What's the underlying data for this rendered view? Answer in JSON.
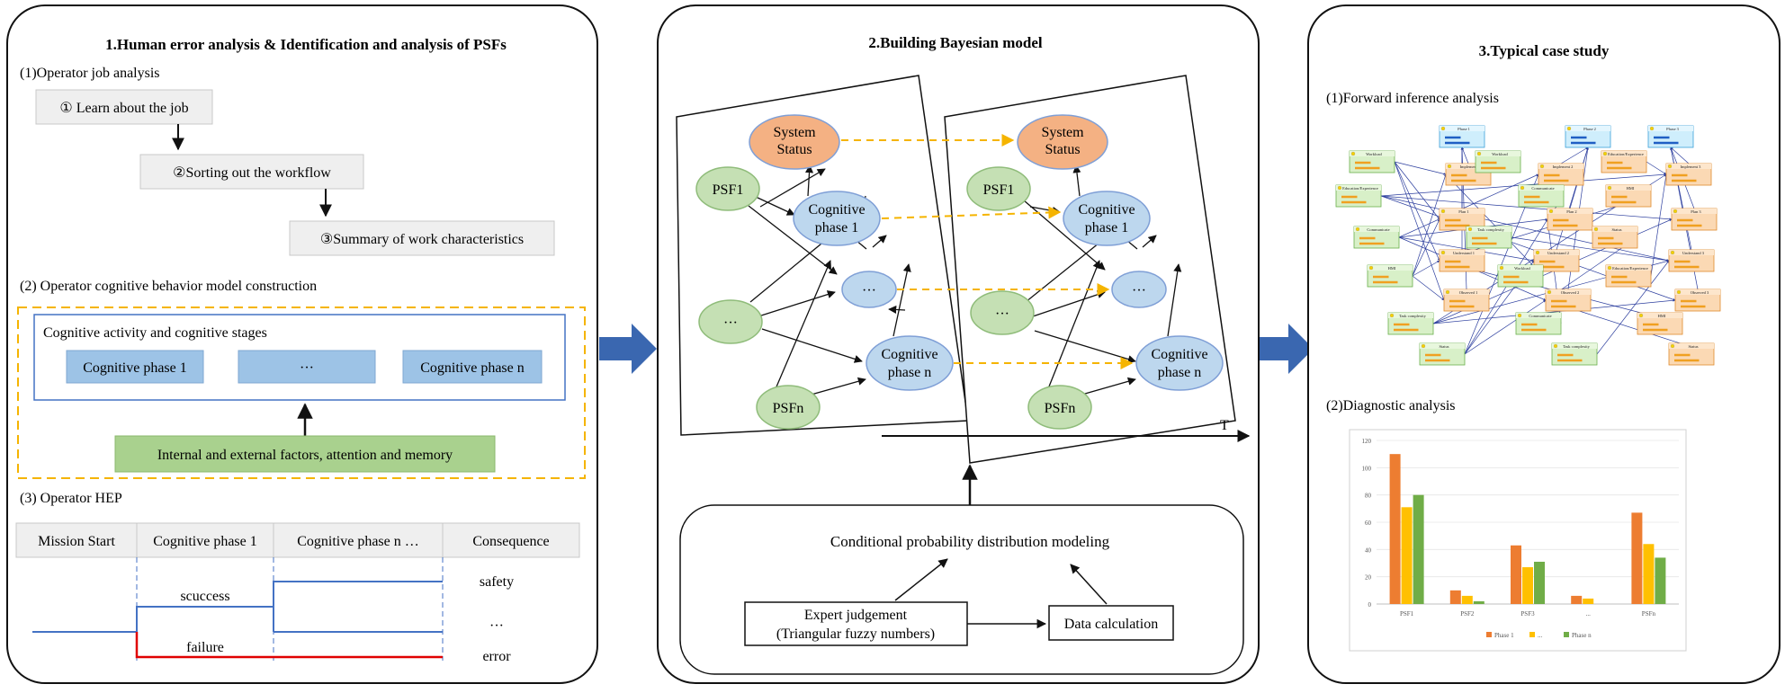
{
  "panel1": {
    "title": "1.Human error analysis & Identification and analysis of PSFs",
    "job_analysis": {
      "heading": "(1)Operator job analysis",
      "step1": "① Learn about the job",
      "step2": "②Sorting out the workflow",
      "step3": "③Summary of work characteristics"
    },
    "cognitive_model": {
      "heading": "(2) Operator cognitive behavior model construction",
      "box_title": "Cognitive activity and cognitive stages",
      "phase1": "Cognitive phase 1",
      "phase_mid": "···",
      "phase_n": "Cognitive phase n",
      "factors": "Internal and external factors, attention and memory"
    },
    "hep": {
      "heading": "(3) Operator HEP",
      "columns": [
        "Mission Start",
        "Cognitive phase 1",
        "Cognitive phase n …",
        "Consequence"
      ],
      "success": "scuccess",
      "failure": "failure",
      "outcomes": [
        "safety",
        "···",
        "error"
      ]
    }
  },
  "panel2": {
    "title": "2.Building  Bayesian model",
    "slice": {
      "system_status": [
        "System",
        "Status"
      ],
      "psf1": "PSF1",
      "psf_mid": "···",
      "psfn": "PSFn",
      "phase1": [
        "Cognitive",
        "phase 1"
      ],
      "phase_mid": "···",
      "phasen": [
        "Cognitive",
        "phase n"
      ]
    },
    "time_axis": "T",
    "cpd_title": "Conditional probability distribution modeling",
    "expert": [
      "Expert judgement",
      "(Triangular fuzzy numbers)"
    ],
    "data_calc": "Data calculation"
  },
  "panel3": {
    "title": "3.Typical case study",
    "forward": "(1)Forward inference analysis",
    "diagnostic": "(2)Diagnostic analysis",
    "network_nodes": [
      "Workload",
      "Education/Experience",
      "Communicate",
      "HMI",
      "Task complexity",
      "Status",
      "Phase 1",
      "Phase 2",
      "Phase 3",
      "Implement 1",
      "Implement 2",
      "Implement 3",
      "Plan 1",
      "Plan 2",
      "Plan 3",
      "Understand 1",
      "Understand 2",
      "Understand 3",
      "Observed 1",
      "Observed 2",
      "Observed 3"
    ]
  },
  "chart_data": {
    "type": "bar",
    "categories": [
      "PSF1",
      "PSF2",
      "PSF3",
      "...",
      "PSFn"
    ],
    "series": [
      {
        "name": "Phase 1",
        "values": [
          110,
          10,
          43,
          6,
          67
        ]
      },
      {
        "name": "...",
        "values": [
          71,
          6,
          27,
          4,
          44
        ]
      },
      {
        "name": "Phase n",
        "values": [
          80,
          2,
          31,
          0,
          34
        ]
      }
    ],
    "ylim": [
      0,
      120
    ],
    "yticks": [
      0,
      20,
      40,
      60,
      80,
      100,
      120
    ],
    "colors": [
      "#ed7d31",
      "#ffc000",
      "#70ad47"
    ],
    "legend": "bottom"
  },
  "colors": {
    "orange_node": "#f4b183",
    "blue_node": "#bdd7ee",
    "green_node": "#c5e0b4",
    "blue_box": "#9dc3e6",
    "green_box": "#a9d18e",
    "arrow_blue": "#3a67b0",
    "dashed_orange": "#f5b400",
    "line_blue": "#4472c4",
    "line_red": "#e00000"
  }
}
